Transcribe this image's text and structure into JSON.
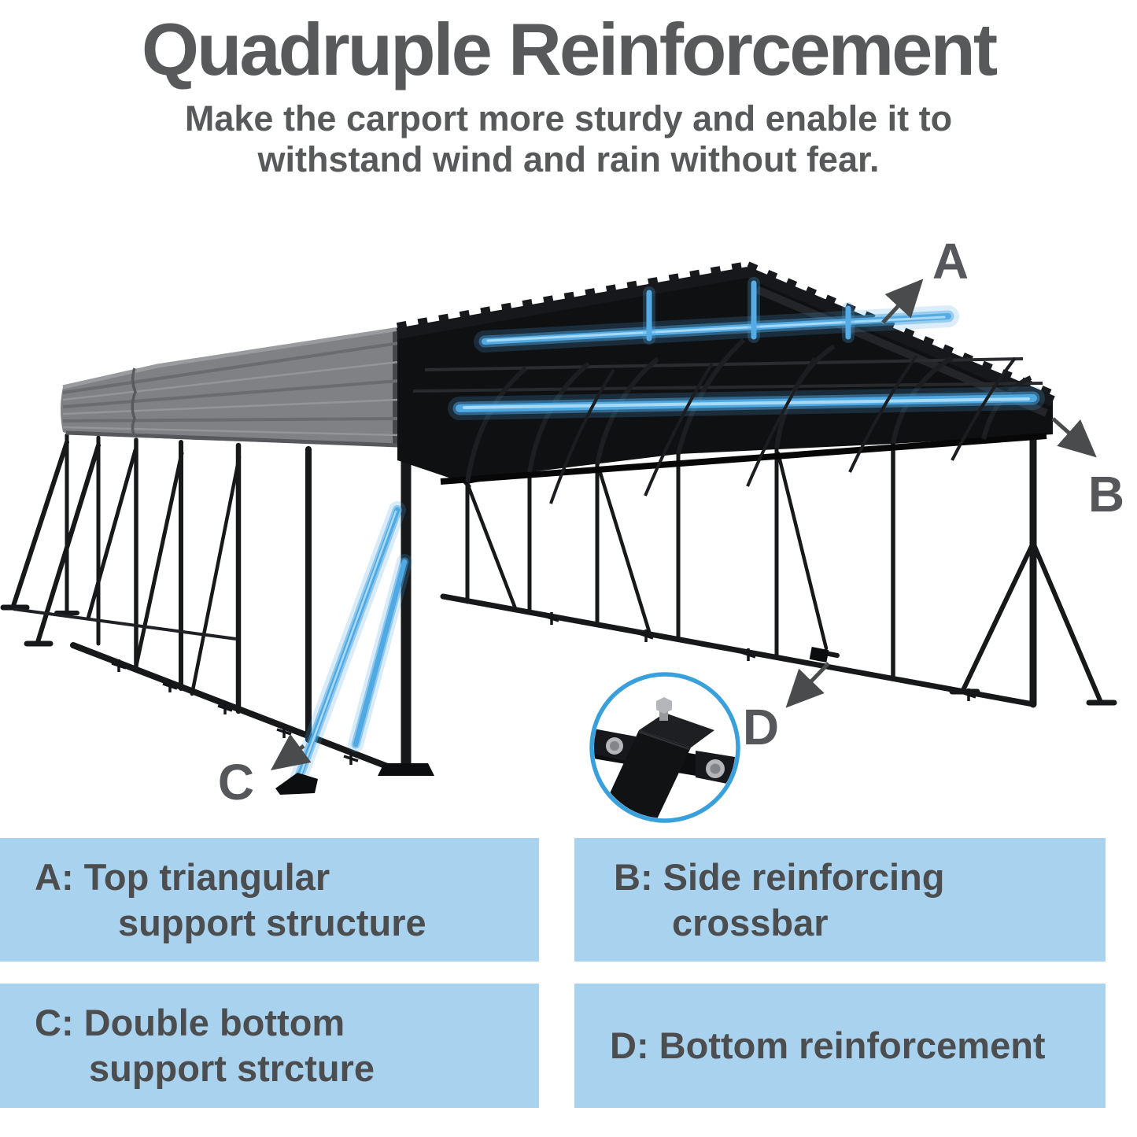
{
  "header": {
    "title": "Quadruple Reinforcement",
    "subtitle_line1": "Make the carport more sturdy and enable it to",
    "subtitle_line2": "withstand wind and rain without fear."
  },
  "diagram": {
    "callout_a": "A",
    "callout_b": "B",
    "callout_c": "C",
    "callout_d": "D"
  },
  "legend": {
    "items": [
      {
        "id": "A",
        "line1": "A: Top triangular",
        "line2": "support structure"
      },
      {
        "id": "B",
        "line1": "B: Side reinforcing",
        "line2": "crossbar"
      },
      {
        "id": "C",
        "line1": "C: Double bottom",
        "line2": "support strcture"
      },
      {
        "id": "D",
        "line1": "D: Bottom reinforcement",
        "line2": ""
      }
    ]
  },
  "colors": {
    "text_gray": "#58595b",
    "legend_bg": "#a9d2ef",
    "legend_text": "#4c4d4f",
    "accent_blue": "#4aa4df",
    "inset_ring": "#3aa0dc",
    "frame_black": "#17181a",
    "roof_gray": "#7f8184"
  }
}
